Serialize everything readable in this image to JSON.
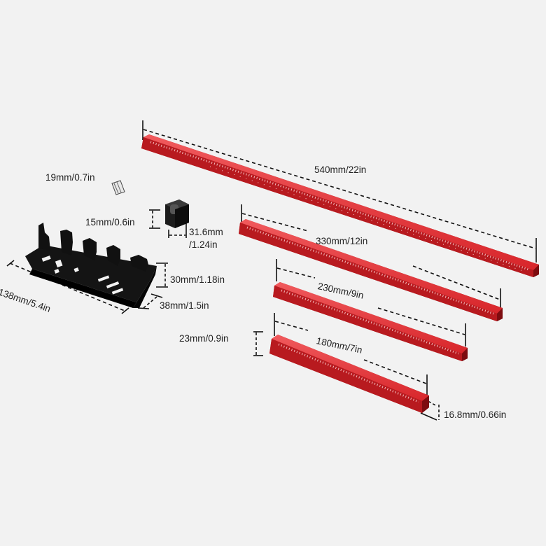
{
  "dimensions": {
    "ruler_540": "540mm/22in",
    "ruler_330": "330mm/12in",
    "ruler_230": "230mm/9in",
    "ruler_180": "180mm/7in",
    "pin_length": "19mm/0.7in",
    "stop_height": "15mm/0.6in",
    "stop_width_mm": "31.6mm",
    "stop_width_in": "/1.24in",
    "holder_length": "138mm/5.4in",
    "holder_height": "30mm/1.18in",
    "holder_depth": "38mm/1.5in",
    "ruler_height": "23mm/0.9in",
    "ruler_thickness": "16.8mm/0.66in"
  },
  "colors": {
    "ruler_red": "#dd2a2e",
    "ruler_dark": "#a61418",
    "holder_black": "#111111",
    "background": "#f2f2f2"
  }
}
